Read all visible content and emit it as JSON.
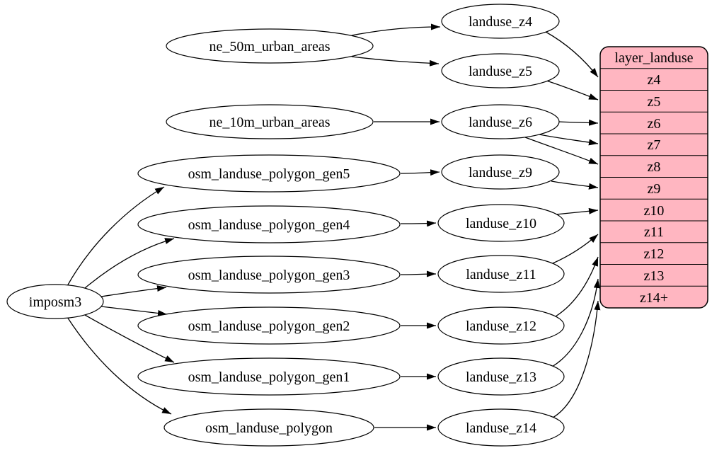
{
  "diagram": {
    "colors": {
      "table_fill": "#ffb6c1",
      "node_fill": "#ffffff",
      "stroke": "#000000",
      "background": "#ffffff"
    },
    "nodes": {
      "imposm3": {
        "label": "imposm3"
      },
      "ne_50m_urban_areas": {
        "label": "ne_50m_urban_areas"
      },
      "ne_10m_urban_areas": {
        "label": "ne_10m_urban_areas"
      },
      "osm_landuse_polygon_gen5": {
        "label": "osm_landuse_polygon_gen5"
      },
      "osm_landuse_polygon_gen4": {
        "label": "osm_landuse_polygon_gen4"
      },
      "osm_landuse_polygon_gen3": {
        "label": "osm_landuse_polygon_gen3"
      },
      "osm_landuse_polygon_gen2": {
        "label": "osm_landuse_polygon_gen2"
      },
      "osm_landuse_polygon_gen1": {
        "label": "osm_landuse_polygon_gen1"
      },
      "osm_landuse_polygon": {
        "label": "osm_landuse_polygon"
      },
      "landuse_z4": {
        "label": "landuse_z4"
      },
      "landuse_z5": {
        "label": "landuse_z5"
      },
      "landuse_z6": {
        "label": "landuse_z6"
      },
      "landuse_z9": {
        "label": "landuse_z9"
      },
      "landuse_z10": {
        "label": "landuse_z10"
      },
      "landuse_z11": {
        "label": "landuse_z11"
      },
      "landuse_z12": {
        "label": "landuse_z12"
      },
      "landuse_z13": {
        "label": "landuse_z13"
      },
      "landuse_z14": {
        "label": "landuse_z14"
      }
    },
    "table": {
      "title": "layer_landuse",
      "rows": [
        "z4",
        "z5",
        "z6",
        "z7",
        "z8",
        "z9",
        "z10",
        "z11",
        "z12",
        "z13",
        "z14+"
      ]
    },
    "edges": [
      [
        "imposm3",
        "osm_landuse_polygon_gen5"
      ],
      [
        "imposm3",
        "osm_landuse_polygon_gen4"
      ],
      [
        "imposm3",
        "osm_landuse_polygon_gen3"
      ],
      [
        "imposm3",
        "osm_landuse_polygon_gen2"
      ],
      [
        "imposm3",
        "osm_landuse_polygon_gen1"
      ],
      [
        "imposm3",
        "osm_landuse_polygon"
      ],
      [
        "ne_50m_urban_areas",
        "landuse_z4"
      ],
      [
        "ne_50m_urban_areas",
        "landuse_z5"
      ],
      [
        "ne_10m_urban_areas",
        "landuse_z6"
      ],
      [
        "osm_landuse_polygon_gen5",
        "landuse_z9"
      ],
      [
        "osm_landuse_polygon_gen4",
        "landuse_z10"
      ],
      [
        "osm_landuse_polygon_gen3",
        "landuse_z11"
      ],
      [
        "osm_landuse_polygon_gen2",
        "landuse_z12"
      ],
      [
        "osm_landuse_polygon_gen1",
        "landuse_z13"
      ],
      [
        "osm_landuse_polygon",
        "landuse_z14"
      ],
      [
        "landuse_z4",
        "layer_landuse:z4"
      ],
      [
        "landuse_z5",
        "layer_landuse:z5"
      ],
      [
        "landuse_z6",
        "layer_landuse:z6"
      ],
      [
        "landuse_z6",
        "layer_landuse:z7"
      ],
      [
        "landuse_z6",
        "layer_landuse:z8"
      ],
      [
        "landuse_z9",
        "layer_landuse:z9"
      ],
      [
        "landuse_z10",
        "layer_landuse:z10"
      ],
      [
        "landuse_z11",
        "layer_landuse:z11"
      ],
      [
        "landuse_z12",
        "layer_landuse:z12"
      ],
      [
        "landuse_z13",
        "layer_landuse:z13"
      ],
      [
        "landuse_z14",
        "layer_landuse:z14+"
      ]
    ]
  }
}
